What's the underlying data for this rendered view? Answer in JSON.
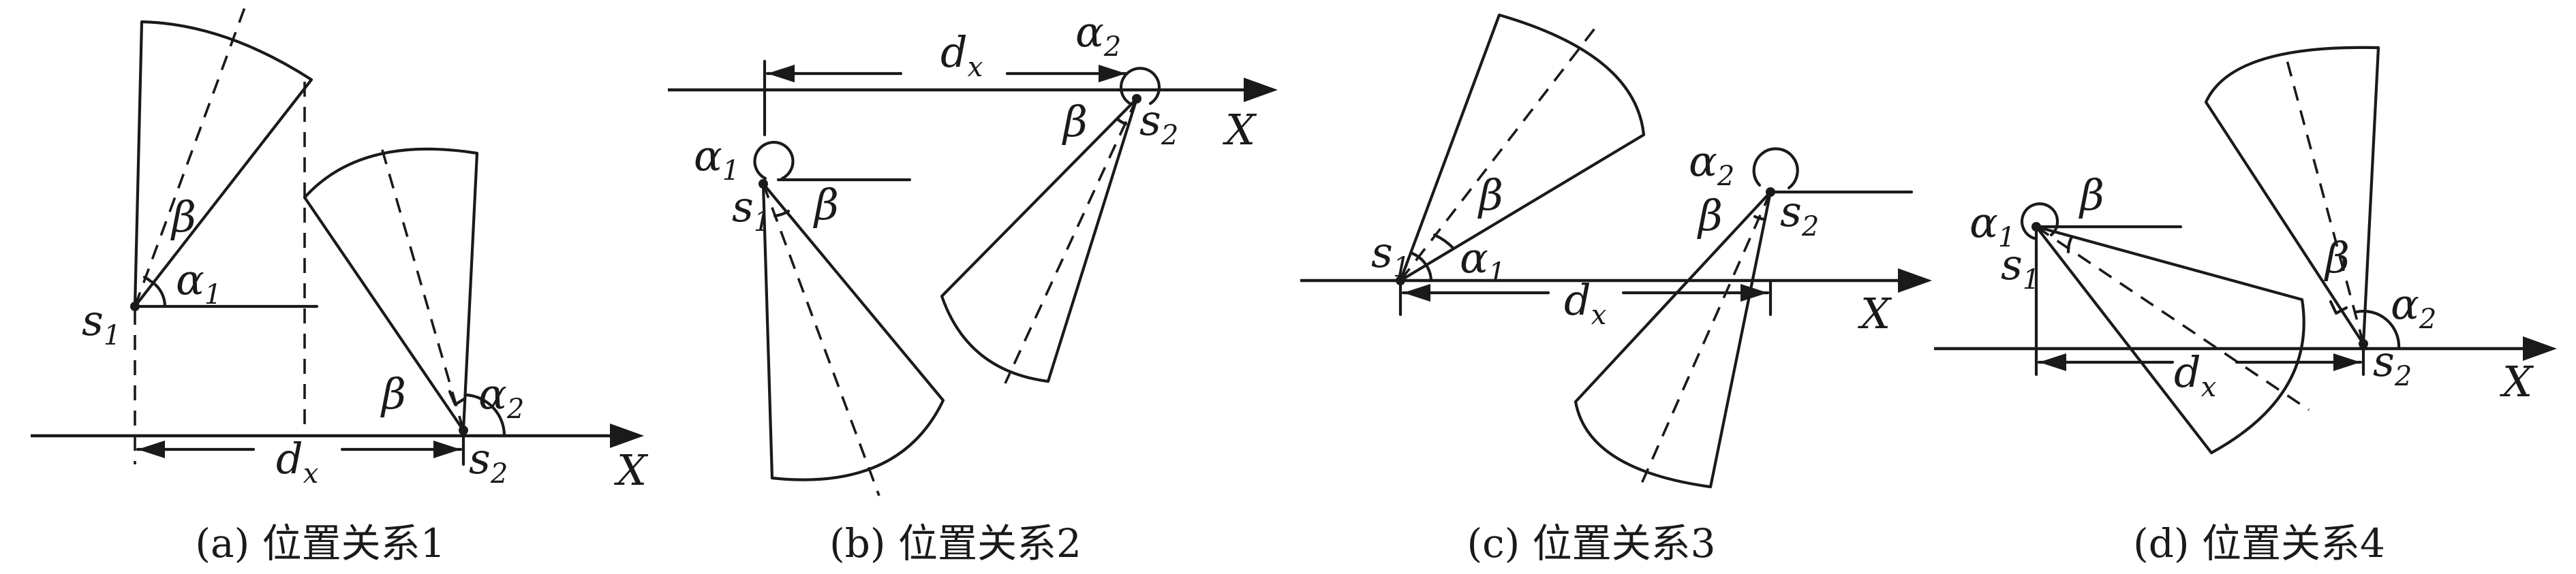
{
  "panels": [
    {
      "caption": "(a) 位置关系1",
      "labels": {
        "s1": "s",
        "s1_sub": "1",
        "s2": "s",
        "s2_sub": "2",
        "alpha1": "α",
        "alpha1_sub": "1",
        "alpha2": "α",
        "alpha2_sub": "2",
        "beta1": "β",
        "beta2": "β",
        "dx": "d",
        "dx_sub": "x",
        "X": "X"
      }
    },
    {
      "caption": "(b) 位置关系2",
      "labels": {
        "s1": "s",
        "s1_sub": "1",
        "s2": "s",
        "s2_sub": "2",
        "alpha1": "α",
        "alpha1_sub": "1",
        "alpha2": "α",
        "alpha2_sub": "2",
        "beta1": "β",
        "beta2": "β",
        "dx": "d",
        "dx_sub": "x",
        "X": "X"
      }
    },
    {
      "caption": "(c) 位置关系3",
      "labels": {
        "s1": "s",
        "s1_sub": "1",
        "s2": "s",
        "s2_sub": "2",
        "alpha1": "α",
        "alpha1_sub": "1",
        "alpha2": "α",
        "alpha2_sub": "2",
        "beta1": "β",
        "beta2": "β",
        "dx": "d",
        "dx_sub": "x",
        "X": "X"
      }
    },
    {
      "caption": "(d) 位置关系4",
      "labels": {
        "s1": "s",
        "s1_sub": "1",
        "s2": "s",
        "s2_sub": "2",
        "alpha1": "α",
        "alpha1_sub": "1",
        "alpha2": "α",
        "alpha2_sub": "2",
        "beta1": "β",
        "beta2": "β",
        "dx": "d",
        "dx_sub": "x",
        "X": "X"
      }
    }
  ]
}
